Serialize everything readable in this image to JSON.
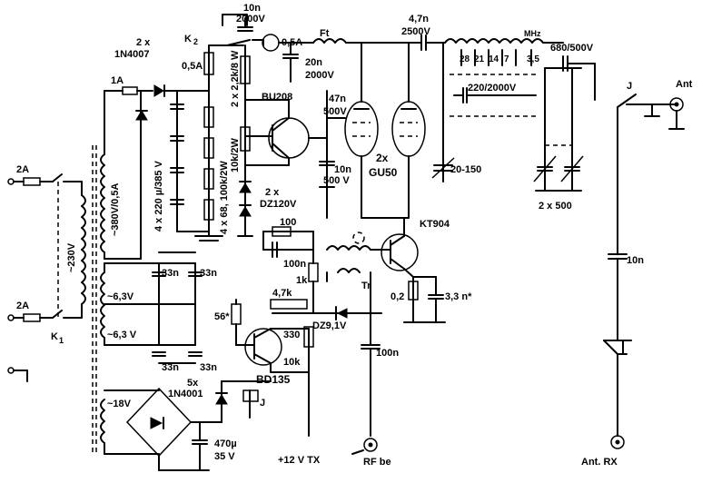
{
  "labels": {
    "fuse_mains_top": "2A",
    "fuse_mains_bottom": "2A",
    "mains_voltage": "~230V",
    "relay_k1": "K",
    "relay_k1_sub": "1",
    "relay_k2": "K",
    "relay_k2_sub": "2",
    "hv_secondary": "~380V/0,5A",
    "fuse_1a": "1A",
    "hv_diode_count": "2 x",
    "hv_diode_type": "1N4007",
    "hv_caps": "4 x 220 µ/385 V",
    "hv_bleeders": "4 x 68, 100k/2W",
    "fuse_05a_left": "0,5A",
    "res_2k2": "2 x 2,2k/8 W",
    "res_10k2w": "10k/2W",
    "zener_count": "2 x",
    "zener_type": "DZ120V",
    "transistor_bu208": "BU208",
    "cap_10n_top": "10n",
    "cap_10n_top_v": "2000V",
    "meter": "0,5A",
    "choke_ft": "Ft",
    "cap_20n": "20n",
    "cap_20n_v": "2000V",
    "cap_47n": "47n",
    "cap_47n_v": "500V",
    "cap_10n_500": "10n",
    "cap_10n_500_v": "500 V",
    "tube_count": "2x",
    "tube_type": "GU50",
    "cap_coupling": "4,7n",
    "cap_coupling_v": "2500V",
    "tuning_cap": "20-150",
    "band_caps": "220/2000V",
    "load_caps": "2 x 500",
    "tap_28": "28",
    "tap_21": "21",
    "tap_14": "14",
    "tap_7": "7",
    "tap_35": "3,5",
    "mhz": "MHz",
    "cap_680": "680/500V",
    "relay_j_top": "J",
    "ant": "Ant",
    "cap_10n_right": "10n",
    "ant_rx": "Ant. RX",
    "kt904": "KT904",
    "res_100": "100",
    "cap_100n_a": "100n",
    "res_1k": "1k",
    "res_47k": "4,7k",
    "tr": "Tr",
    "dz91": "DZ9,1V",
    "res_02": "0,2",
    "cap_33n_star": "3,3 n*",
    "cap_100n_b": "100n",
    "rf_in": "RF be",
    "v63_a": "~6,3V",
    "v63_b": "~6,3 V",
    "c33_1": "33n",
    "c33_2": "33n",
    "c33_3": "33n",
    "c33_4": "33n",
    "res_56": "56*",
    "res_330": "330",
    "res_10k": "10k",
    "bd135": "BD135",
    "relay_j": "J",
    "plus12": "+12 V  TX",
    "v18": "~18V",
    "rect_count": "5x",
    "rect_type": "1N4001",
    "cap_470": "470µ",
    "cap_470_v": "35 V"
  }
}
